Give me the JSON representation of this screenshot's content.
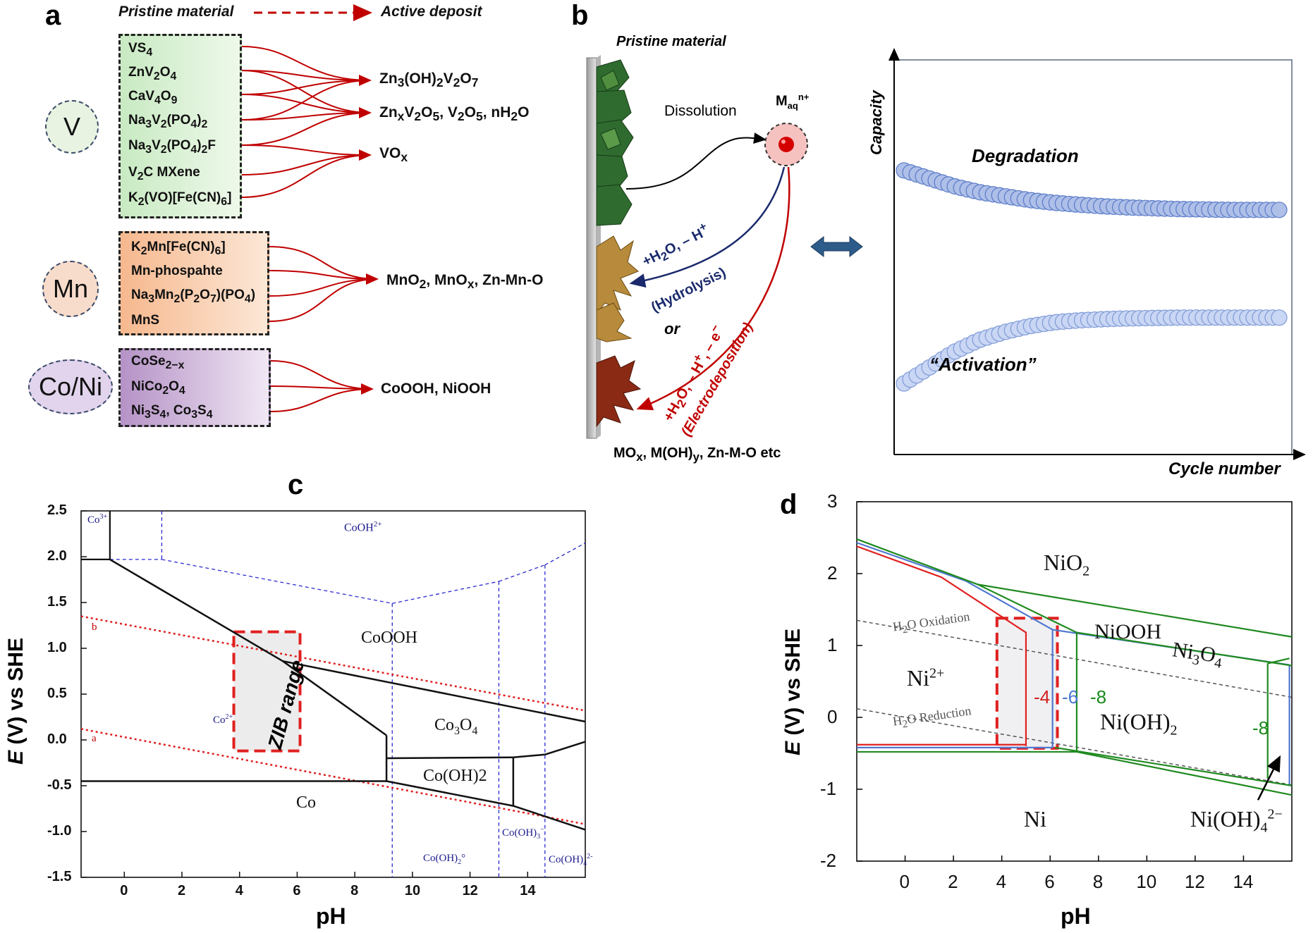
{
  "panel_a": {
    "label": "a",
    "legend_left": "Pristine material",
    "legend_right": "Active deposit",
    "elements": [
      "V",
      "Mn",
      "Co/Ni"
    ],
    "v_materials": [
      "VS4",
      "ZnV2O4",
      "CaV4O9",
      "Na3V2(PO4)2",
      "Na3V2(PO4)2F",
      "V2C MXene",
      "K2(VO)[Fe(CN)6]"
    ],
    "v_products": [
      "Zn3(OH)2V2O7",
      "ZnxV2O5, V2O5, nH2O",
      "VOx"
    ],
    "mn_materials": [
      "K2Mn[Fe(CN)6]",
      "Mn-phospahte",
      "Na3Mn2(P2O7)(PO4)",
      "MnS"
    ],
    "mn_product": "MnO2, MnOx, Zn-Mn-O",
    "coni_materials": [
      "CoSe2−x",
      "NiCo2O4",
      "Ni3S4, Co3S4"
    ],
    "coni_product": "CoOOH, NiOOH",
    "colors": {
      "v_box": "#d9f0d4",
      "mn_box": "#f7c9a8",
      "coni_box": "#d9c5e4",
      "arrow": "#c00000"
    }
  },
  "panel_b": {
    "label": "b",
    "pristine_label": "Pristine material",
    "dissolution": "Dissolution",
    "ion": "Maq n+",
    "hydrolysis_reaction": "+H2O, – H+",
    "hydrolysis": "(Hydrolysis)",
    "or": "or",
    "electro_reaction": "+H2O, – H+, – e−",
    "electrodeposition": "(Electrodeposition)",
    "bottom_label": "MOx, M(OH)y, Zn-M-O etc",
    "chart_data": {
      "type": "scatter",
      "xlabel": "Cycle number",
      "ylabel": "Capacity",
      "annotations": [
        "Degradation",
        "“Activation”"
      ],
      "series": [
        {
          "name": "Degradation",
          "values": [
            0.72,
            0.7,
            0.68,
            0.665,
            0.655,
            0.645,
            0.638,
            0.633,
            0.629,
            0.626,
            0.624,
            0.622,
            0.621,
            0.62,
            0.62,
            0.62
          ]
        },
        {
          "name": "Activation",
          "values": [
            0.18,
            0.22,
            0.26,
            0.29,
            0.31,
            0.325,
            0.335,
            0.34,
            0.343,
            0.345,
            0.346,
            0.347,
            0.347,
            0.347,
            0.347,
            0.347
          ]
        }
      ]
    }
  },
  "panel_c": {
    "label": "c",
    "xlabel": "pH",
    "ylabel": "E (V) vs SHE",
    "xticks": [
      "0",
      "2",
      "4",
      "6",
      "8",
      "10",
      "12",
      "14"
    ],
    "yticks": [
      "2.5",
      "2.0",
      "1.5",
      "1.0",
      "0.5",
      "0.0",
      "-0.5",
      "-1.0",
      "-1.5"
    ],
    "xlim": [
      -1.5,
      16
    ],
    "ylim": [
      -1.5,
      2.5
    ],
    "regions": [
      "Co3+",
      "CoOH2+",
      "CoOOH",
      "Co2+",
      "Co3O4",
      "Co(OH)2",
      "Co",
      "Co(OH)2°",
      "Co(OH)3−",
      "Co(OH)4 2-"
    ],
    "line_labels": [
      "a",
      "b"
    ],
    "zib": "ZIB range"
  },
  "panel_d": {
    "label": "d",
    "xlabel": "pH",
    "ylabel": "E (V) vs SHE",
    "xticks": [
      "0",
      "2",
      "4",
      "6",
      "8",
      "10",
      "12",
      "14"
    ],
    "yticks": [
      "3",
      "2",
      "1",
      "0",
      "-1",
      "-2"
    ],
    "xlim": [
      -2,
      16
    ],
    "ylim": [
      -2,
      3
    ],
    "regions": [
      "NiO2",
      "NiOOH",
      "Ni3O4",
      "Ni2+",
      "Ni(OH)2",
      "Ni",
      "Ni(OH)4 2−"
    ],
    "water_lines": [
      "H2O Oxidation",
      "H2O Reduction"
    ],
    "concentrations": [
      "-4",
      "-6",
      "-8",
      "-8"
    ]
  }
}
